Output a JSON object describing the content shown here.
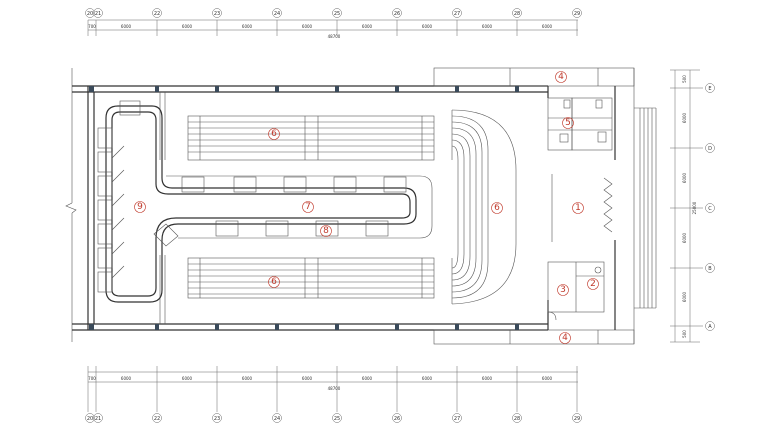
{
  "top_axes": {
    "labels": [
      "20",
      "21",
      "22",
      "23",
      "24",
      "25",
      "26",
      "27",
      "28",
      "29"
    ],
    "dims": [
      "700",
      "6000",
      "6000",
      "6000",
      "6000",
      "6000",
      "6000",
      "6000",
      "6000"
    ],
    "total": "48700"
  },
  "bottom_axes": {
    "labels": [
      "20",
      "21",
      "22",
      "23",
      "24",
      "25",
      "26",
      "27",
      "28",
      "29"
    ],
    "dims": [
      "700",
      "6000",
      "6000",
      "6000",
      "6000",
      "6000",
      "6000",
      "6000",
      "6000"
    ],
    "total": "48700"
  },
  "right_axes": {
    "labels": [
      "E",
      "D",
      "C",
      "B",
      "A"
    ],
    "dims": [
      "500",
      "6000",
      "6000",
      "6000",
      "6000",
      "500"
    ],
    "total": "25000"
  },
  "zones": {
    "z1": "1",
    "z2": "2",
    "z3": "3",
    "z4_top": "4",
    "z4_bottom": "4",
    "z5": "5",
    "z6_top": "6",
    "z6_right": "6",
    "z6_bottom": "6",
    "z7": "7",
    "z8": "8",
    "z9": "9"
  }
}
